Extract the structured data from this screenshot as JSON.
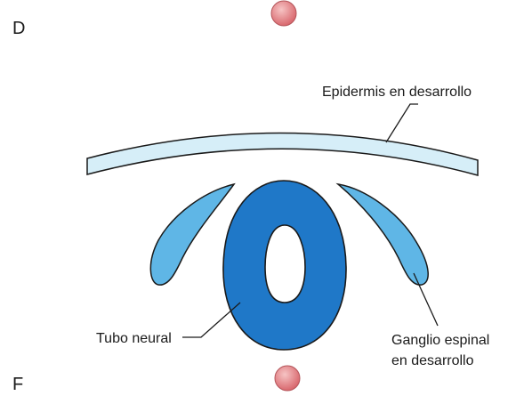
{
  "orientation": {
    "dorsal_letter": "D",
    "ventral_letter": "F"
  },
  "labels": {
    "epidermis": "Epidermis en desarrollo",
    "neural_tube": "Tubo neural",
    "ganglion_line1": "Ganglio espinal",
    "ganglion_line2": "en desarrollo"
  },
  "colors": {
    "epidermis_fill": "#d6eef8",
    "neural_tube_fill": "#1f78c8",
    "ganglion_fill": "#5fb6e6",
    "outline": "#1a1a1a",
    "marker_fill": "#e3868a"
  }
}
